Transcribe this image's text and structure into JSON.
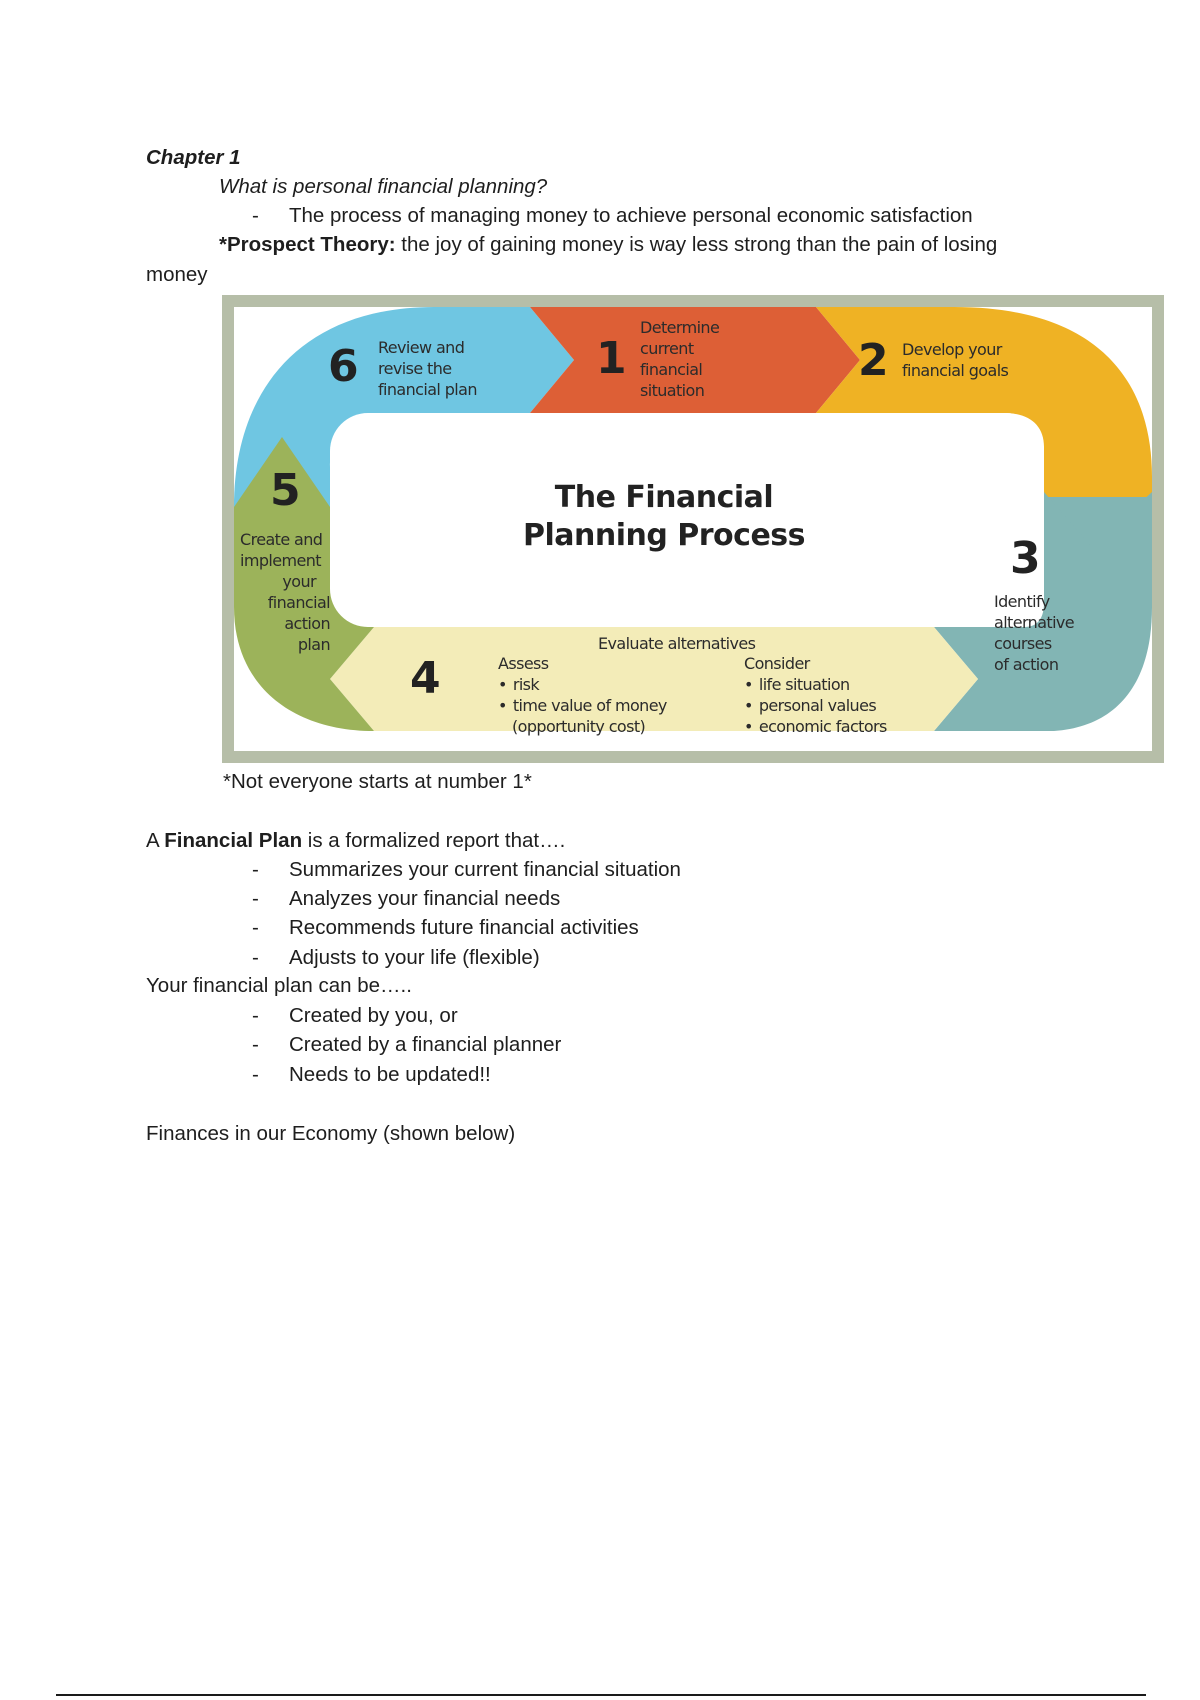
{
  "document": {
    "chapter_heading": "Chapter 1",
    "question": "What is personal financial planning?",
    "definition_bullet": "The process of managing money to achieve personal economic satisfaction",
    "dash_glyph": "-",
    "prospect_theory": {
      "prefix": "*",
      "term": "Prospect Theory:",
      "text": " the joy of gaining money is way less strong than the pain of losing",
      "continuation": "money"
    },
    "diagram": {
      "title_line1": "The Financial",
      "title_line2": "Planning Process",
      "colors": {
        "frame": "#b6bea8",
        "step1": "#dd5f36",
        "step2": "#efb224",
        "step3": "#82b5b4",
        "step4": "#f3ecb8",
        "step5": "#9cb35a",
        "step6": "#6fc6e2"
      },
      "steps": [
        {
          "number": "1",
          "lines": [
            "Determine",
            "current",
            "financial",
            "situation"
          ]
        },
        {
          "number": "2",
          "lines": [
            "Develop your",
            "financial goals"
          ]
        },
        {
          "number": "3",
          "lines": [
            "Identify",
            "alternative",
            "courses",
            "of action"
          ]
        },
        {
          "number": "4",
          "heading": "Evaluate alternatives",
          "assess": {
            "label": "Assess",
            "items": [
              "risk",
              "time value of money"
            ],
            "note": "(opportunity cost)"
          },
          "consider": {
            "label": "Consider",
            "items": [
              "life situation",
              "personal values",
              "economic factors"
            ]
          }
        },
        {
          "number": "5",
          "lines": [
            "Create and",
            "implement",
            "your",
            "financial",
            "action",
            "plan"
          ]
        },
        {
          "number": "6",
          "lines": [
            "Review and",
            "revise the",
            "financial plan"
          ]
        }
      ]
    },
    "diagram_note": "*Not everyone starts at number 1*",
    "financial_plan": {
      "prefix": "A ",
      "term": "Financial Plan",
      "text": " is a formalized report that….",
      "bullets": [
        "Summarizes your current financial situation",
        "Analyzes your financial needs",
        "Recommends future financial activities",
        "Adjusts to your life (flexible)"
      ]
    },
    "can_be": {
      "intro": "Your financial plan can be…..",
      "bullets": [
        "Created by you, or",
        "Created by a financial planner",
        "Needs to be updated!!"
      ]
    },
    "economy_heading": "Finances in our Economy (shown below)"
  }
}
